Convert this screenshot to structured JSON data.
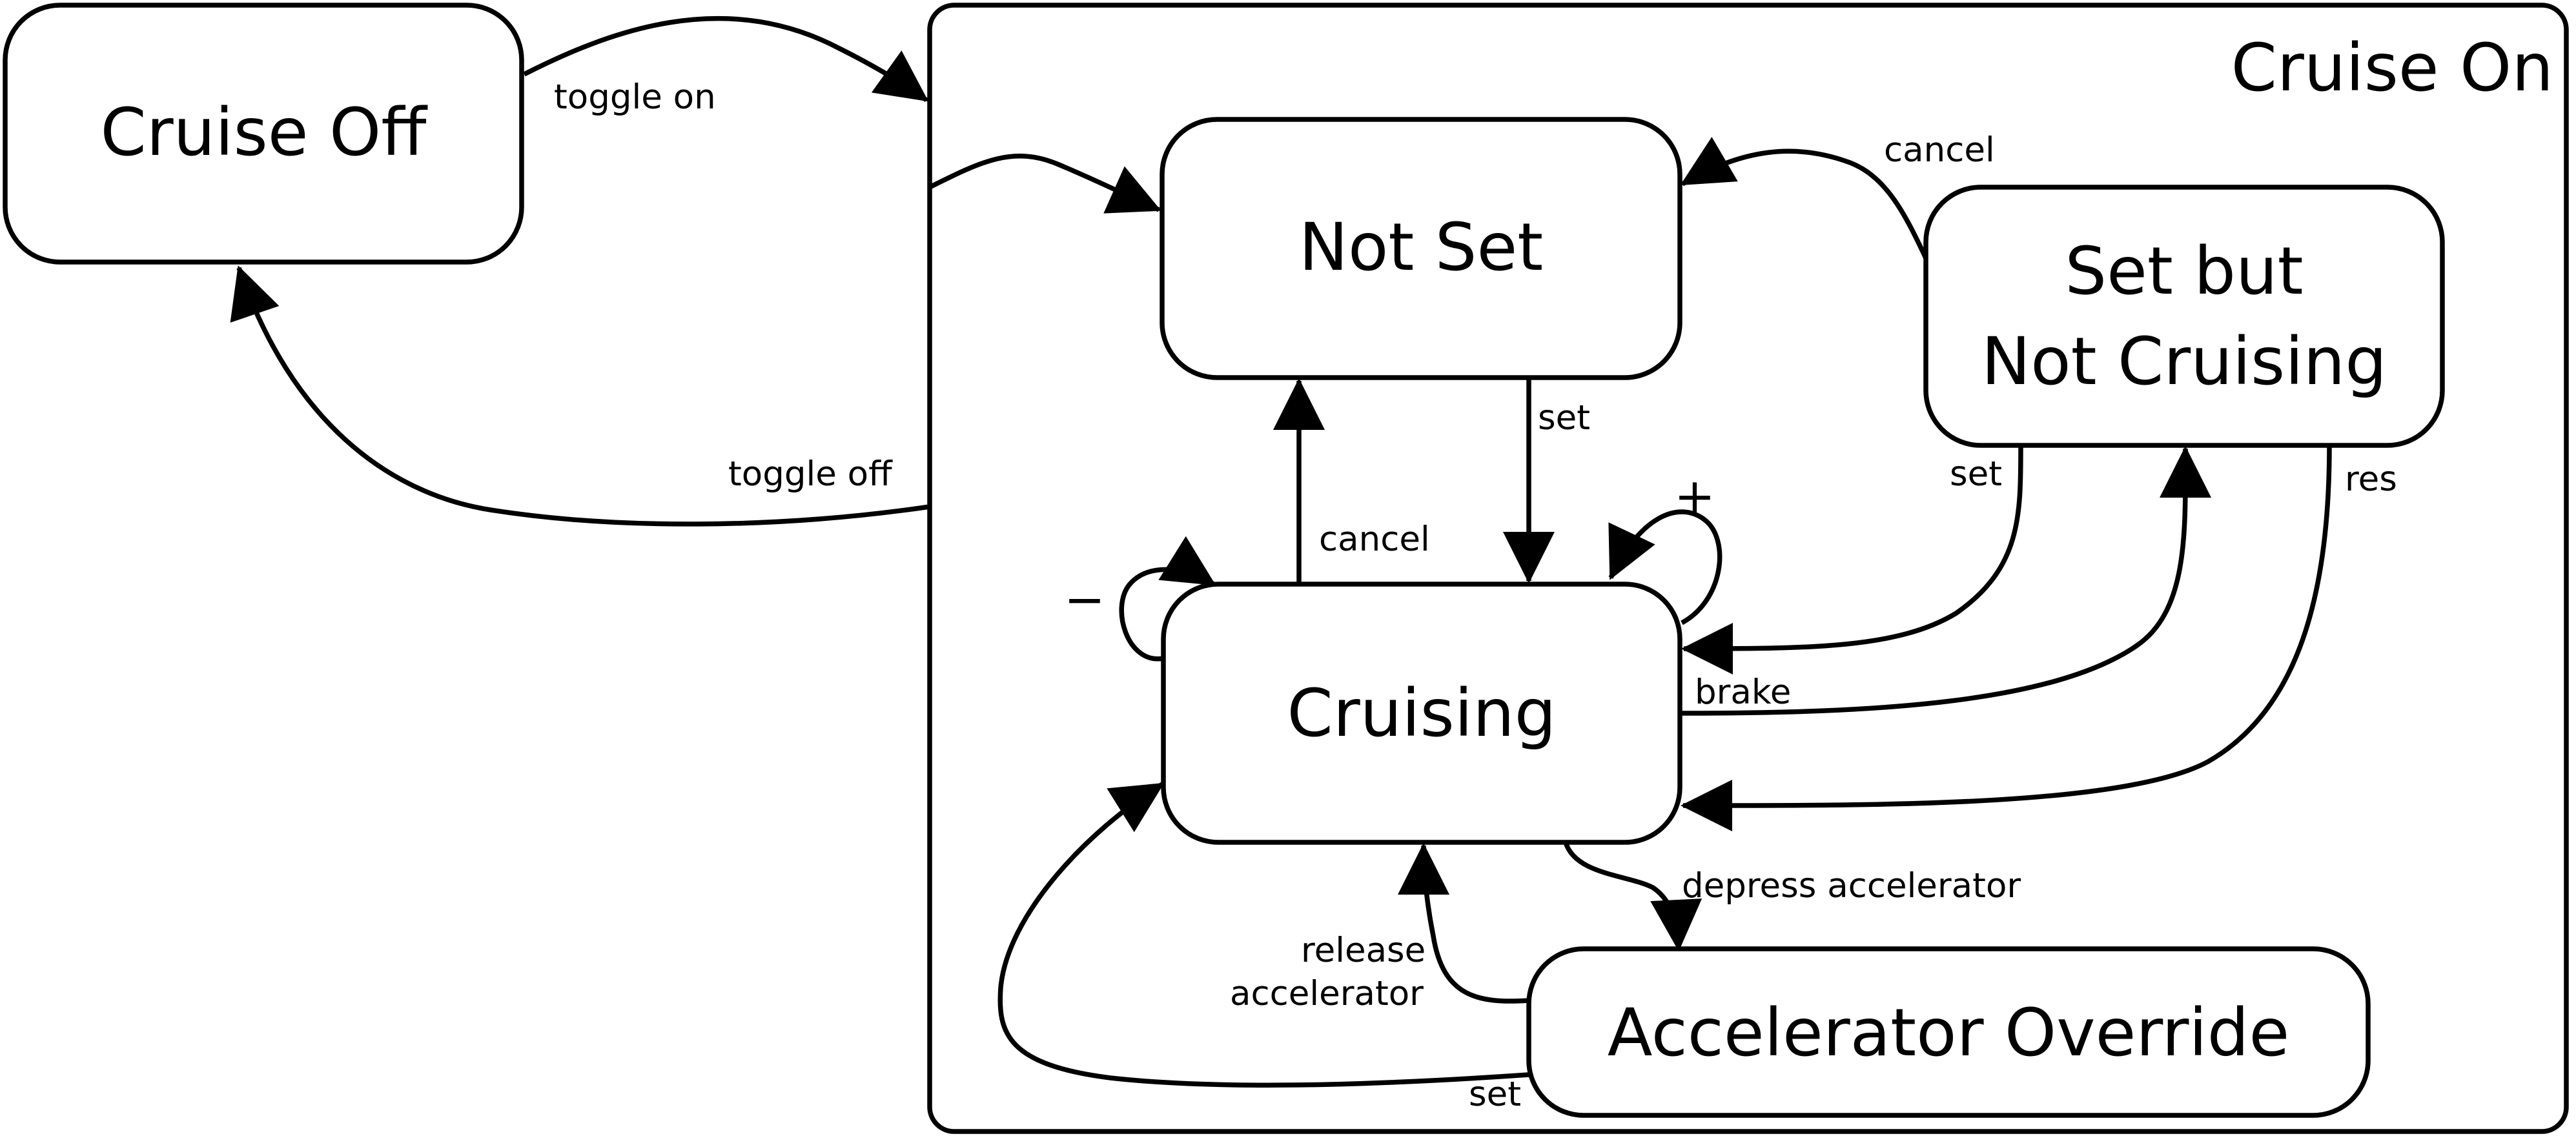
{
  "diagram": {
    "container": {
      "label": "Cruise On"
    },
    "states": {
      "cruise_off": "Cruise Off",
      "not_set": "Not Set",
      "set_not_cruising_line1": "Set but",
      "set_not_cruising_line2": "Not Cruising",
      "cruising": "Cruising",
      "accelerator_override": "Accelerator Override"
    },
    "transitions": {
      "toggle_on": "toggle on",
      "toggle_off": "toggle off",
      "cancel_top": "cancel",
      "set_down": "set",
      "cancel_up": "cancel",
      "plus": "+",
      "minus": "−",
      "set_right": "set",
      "res": "res",
      "brake": "brake",
      "depress_accelerator": "depress accelerator",
      "release_accelerator_line1": "release",
      "release_accelerator_line2": "accelerator",
      "set_bottom": "set"
    }
  }
}
